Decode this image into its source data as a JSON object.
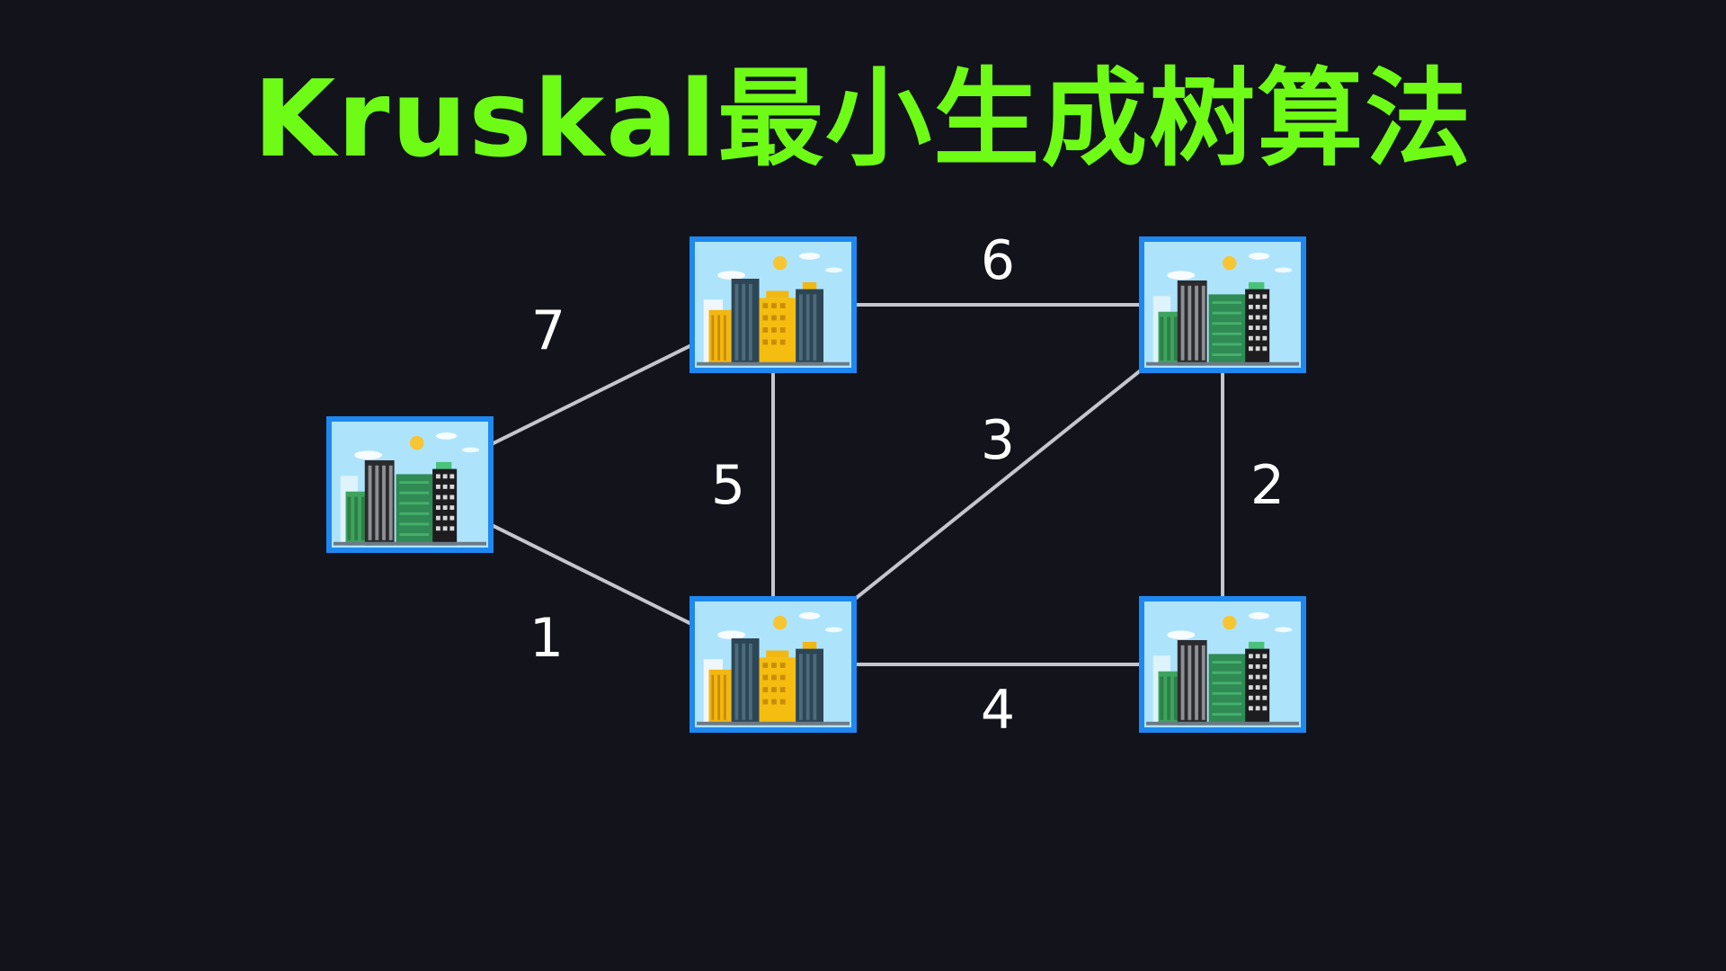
{
  "title": "Kruskal最小生成树算法",
  "colors": {
    "background": "#12131b",
    "title": "#6efb16",
    "edge": "#c4c6cc",
    "weight_text": "#ffffff",
    "node_border": "#1e88f0",
    "node_sky": "#aee4fb"
  },
  "nodes": [
    {
      "id": "left",
      "icon": "city-buildings-green-icon"
    },
    {
      "id": "top-middle",
      "icon": "city-buildings-yellow-icon"
    },
    {
      "id": "top-right",
      "icon": "city-buildings-green-icon"
    },
    {
      "id": "bottom-middle",
      "icon": "city-buildings-yellow-icon"
    },
    {
      "id": "bottom-right",
      "icon": "city-buildings-green-icon"
    }
  ],
  "edges": [
    {
      "from": "left",
      "to": "top-middle",
      "weight": "7"
    },
    {
      "from": "left",
      "to": "bottom-middle",
      "weight": "1"
    },
    {
      "from": "top-middle",
      "to": "top-right",
      "weight": "6"
    },
    {
      "from": "top-middle",
      "to": "bottom-middle",
      "weight": "5"
    },
    {
      "from": "bottom-middle",
      "to": "top-right",
      "weight": "3"
    },
    {
      "from": "top-right",
      "to": "bottom-right",
      "weight": "2"
    },
    {
      "from": "bottom-middle",
      "to": "bottom-right",
      "weight": "4"
    }
  ]
}
